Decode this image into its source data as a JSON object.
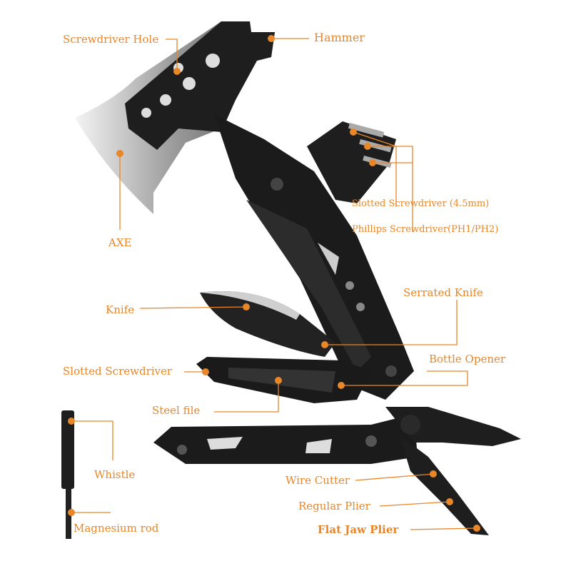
{
  "accent_color": "#E8862A",
  "tool_color": "#1c1c1c",
  "labels": {
    "screwdriver_hole": "Screwdriver Hole",
    "hammer": "Hammer",
    "slotted_screwdriver_bit": "Slotted Screwdriver (4.5mm)",
    "phillips_screwdriver": "Phillips Screwdriver(PH1/PH2)",
    "axe": "AXE",
    "knife": "Knife",
    "serrated_knife": "Serrated Knife",
    "bottle_opener": "Bottle Opener",
    "slotted_screwdriver": "Slotted Screwdriver",
    "steel_file": "Steel file",
    "whistle": "Whistle",
    "magnesium_rod": "Magnesium rod",
    "wire_cutter": "Wire Cutter",
    "regular_plier": "Regular Plier",
    "flat_jaw_plier": "Flat Jaw Plier"
  }
}
